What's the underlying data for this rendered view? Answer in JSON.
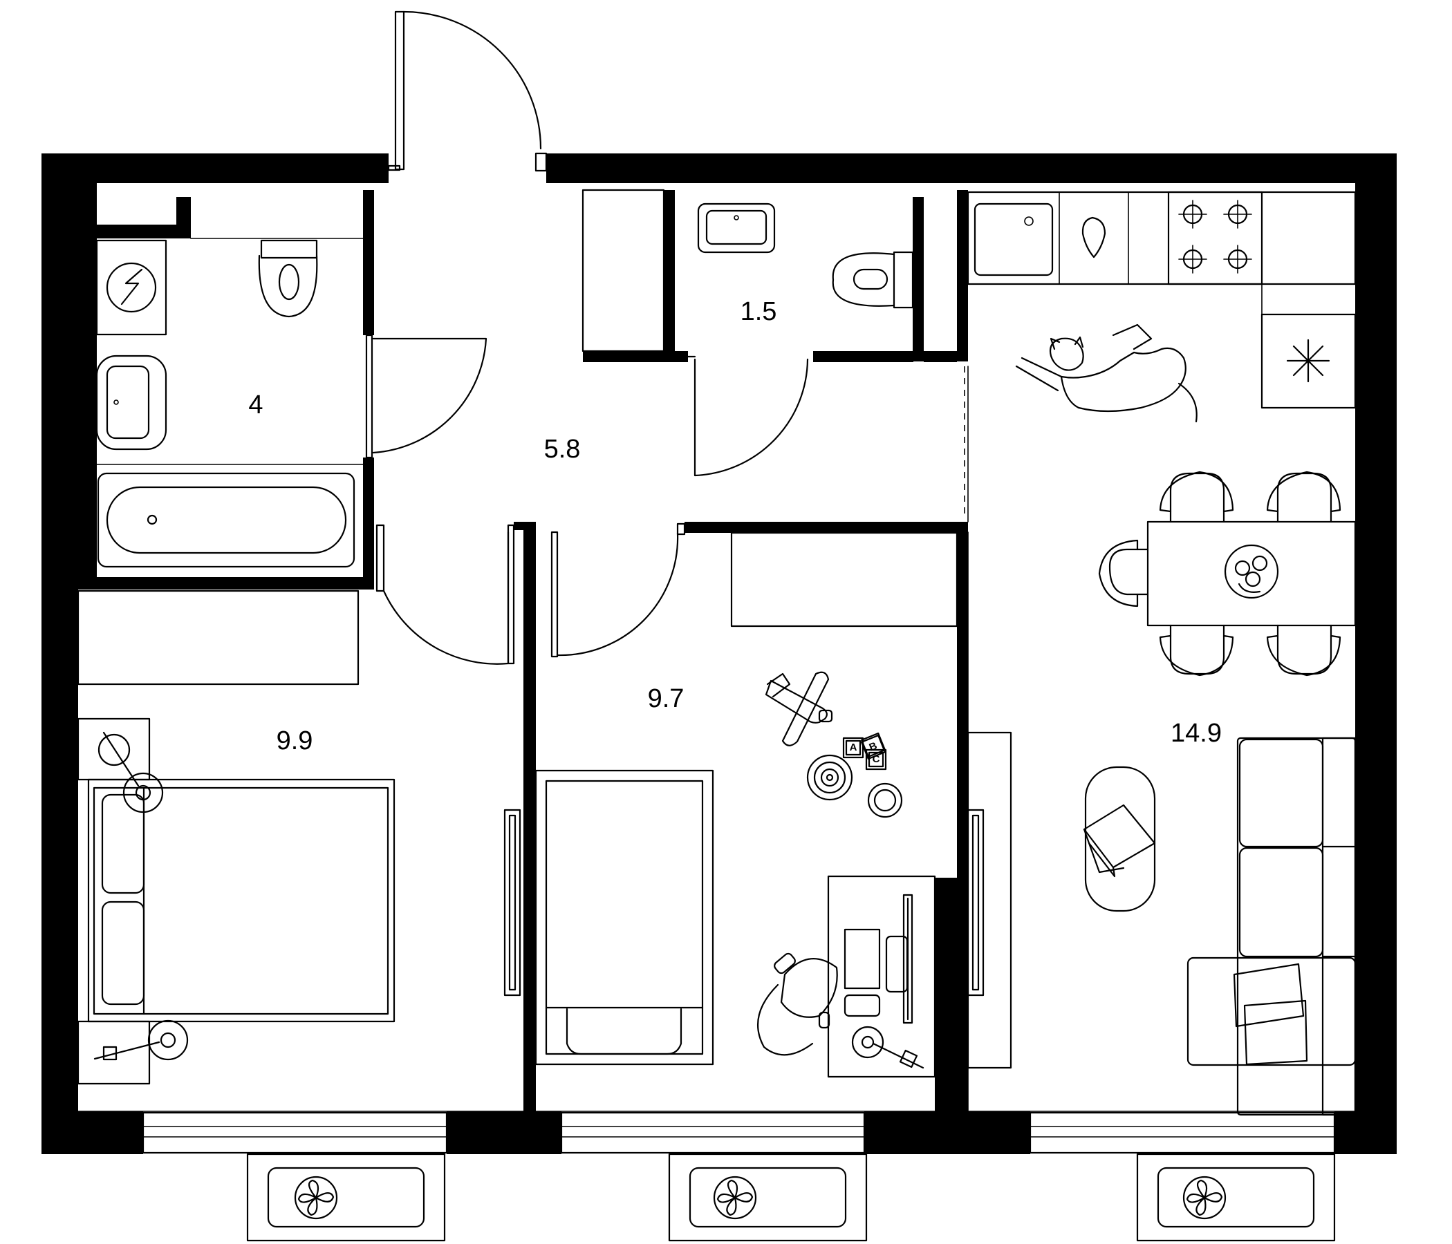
{
  "rooms": [
    {
      "id": "bathroom",
      "area": "4"
    },
    {
      "id": "hallway",
      "area": "5.8"
    },
    {
      "id": "toilet",
      "area": "1.5"
    },
    {
      "id": "bedroom",
      "area": "9.9"
    },
    {
      "id": "kids-room",
      "area": "9.7"
    },
    {
      "id": "kitchen-living",
      "area": "14.9"
    }
  ],
  "toy_blocks": [
    "A",
    "B",
    "C"
  ]
}
